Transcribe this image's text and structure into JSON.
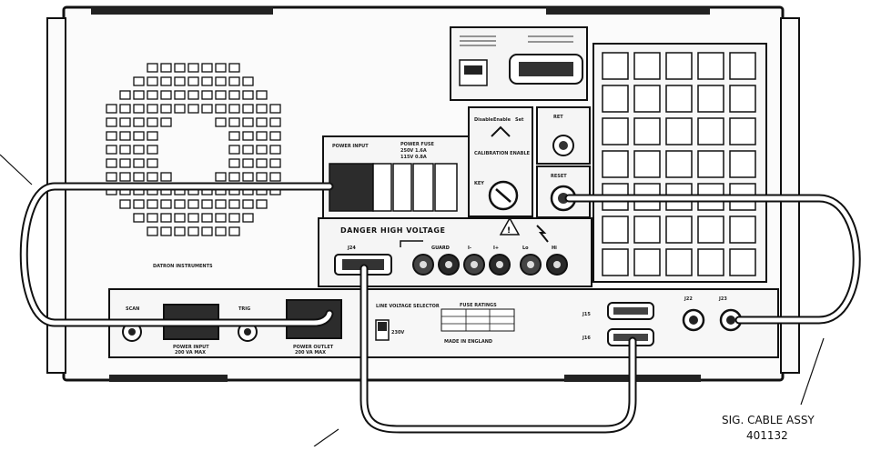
{
  "top_panel": {
    "title": "DATRON INSTRUMENTS",
    "power_label": "POWER INPUT",
    "fuse_label": "POWER FUSE",
    "fuse_rating": "250V 1.6A",
    "fuse_rating_2": "115V 0.8A",
    "calibration_label": "CALIBRATION ENABLE",
    "cal_state_labels": [
      "Disable",
      "Enable",
      "Set"
    ],
    "key_label": "KEY",
    "ret_label": "RET",
    "reset_label": "RESET"
  },
  "hv_panel": {
    "warning_text": "DANGER HIGH VOLTAGE",
    "connector_label": "J24",
    "terminal_labels": [
      "GUARD",
      "I-",
      "I+",
      "Lo",
      "Hi"
    ]
  },
  "bottom_panel": {
    "left_label": "SCAN",
    "mid_label": "TRIG",
    "mains_input_label": "POWER INPUT",
    "mains_input_sub": "200 VA MAX",
    "mains_out_label": "POWER OUTLET",
    "mains_out_sub": "200 VA MAX",
    "voltage_selector_label": "LINE VOLTAGE SELECTOR",
    "voltage_value": "230V",
    "fuse_table_title": "FUSE RATINGS",
    "made_in": "MADE IN ENGLAND",
    "j15_label": "J15",
    "j16_label": "J16",
    "j22_label": "J22",
    "j23_label": "J23"
  },
  "callouts": {
    "sig_cable_line1": "SIG. CABLE ASSY",
    "sig_cable_line2": "401132"
  },
  "colors": {
    "ink": "#1a1a1a",
    "panel": "#f4f4f4",
    "dark": "#2a2a2a"
  }
}
